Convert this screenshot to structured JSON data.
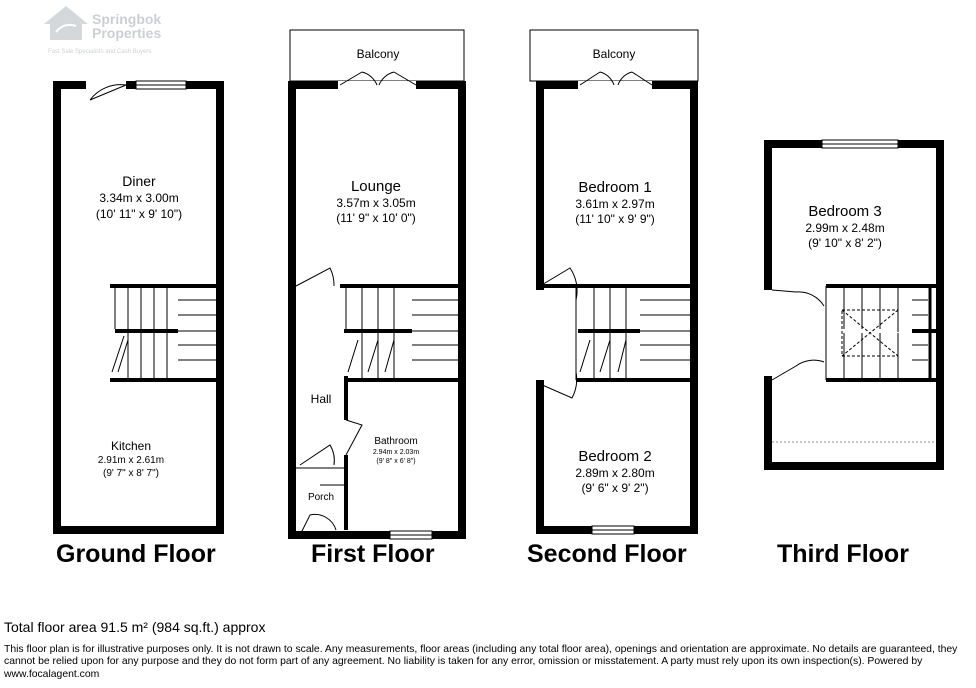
{
  "logo": {
    "name_line1": "Springbok",
    "name_line2": "Properties",
    "tagline": "Fast Sale Specialists and Cash Buyers"
  },
  "floors": {
    "ground": {
      "title": "Ground Floor",
      "diner": {
        "name": "Diner",
        "metric": "3.34m x 3.00m",
        "imperial": "(10' 11\" x 9' 10\")"
      },
      "kitchen": {
        "name": "Kitchen",
        "metric": "2.91m x 2.61m",
        "imperial": "(9' 7\" x 8' 7\")"
      }
    },
    "first": {
      "title": "First Floor",
      "balcony": "Balcony",
      "lounge": {
        "name": "Lounge",
        "metric": "3.57m x 3.05m",
        "imperial": "(11' 9\" x 10' 0\")"
      },
      "hall": "Hall",
      "bathroom": {
        "name": "Bathroom",
        "metric": "2.94m x 2.03m",
        "imperial": "(9' 8\" x 6' 8\")"
      },
      "porch": "Porch"
    },
    "second": {
      "title": "Second Floor",
      "balcony": "Balcony",
      "bedroom1": {
        "name": "Bedroom 1",
        "metric": "3.61m x 2.97m",
        "imperial": "(11' 10\" x 9' 9\")"
      },
      "bedroom2": {
        "name": "Bedroom 2",
        "metric": "2.89m x 2.80m",
        "imperial": "(9' 6\" x 9' 2\")"
      }
    },
    "third": {
      "title": "Third Floor",
      "bedroom3": {
        "name": "Bedroom 3",
        "metric": "2.99m x 2.48m",
        "imperial": "(9' 10\" x 8' 2\")"
      }
    }
  },
  "total_area": "Total floor area 91.5 m² (984 sq.ft.) approx",
  "disclaimer": "This floor plan is for illustrative purposes only. It is not drawn to scale. Any measurements, floor areas (including any total floor area), openings and orientation are approximate. No details are guaranteed, they cannot be relied upon for any purpose and they do not form part of any agreement. No liability is taken for any error, omission or misstatement. A party must rely upon its own inspection(s). Powered by www.focalagent.com"
}
